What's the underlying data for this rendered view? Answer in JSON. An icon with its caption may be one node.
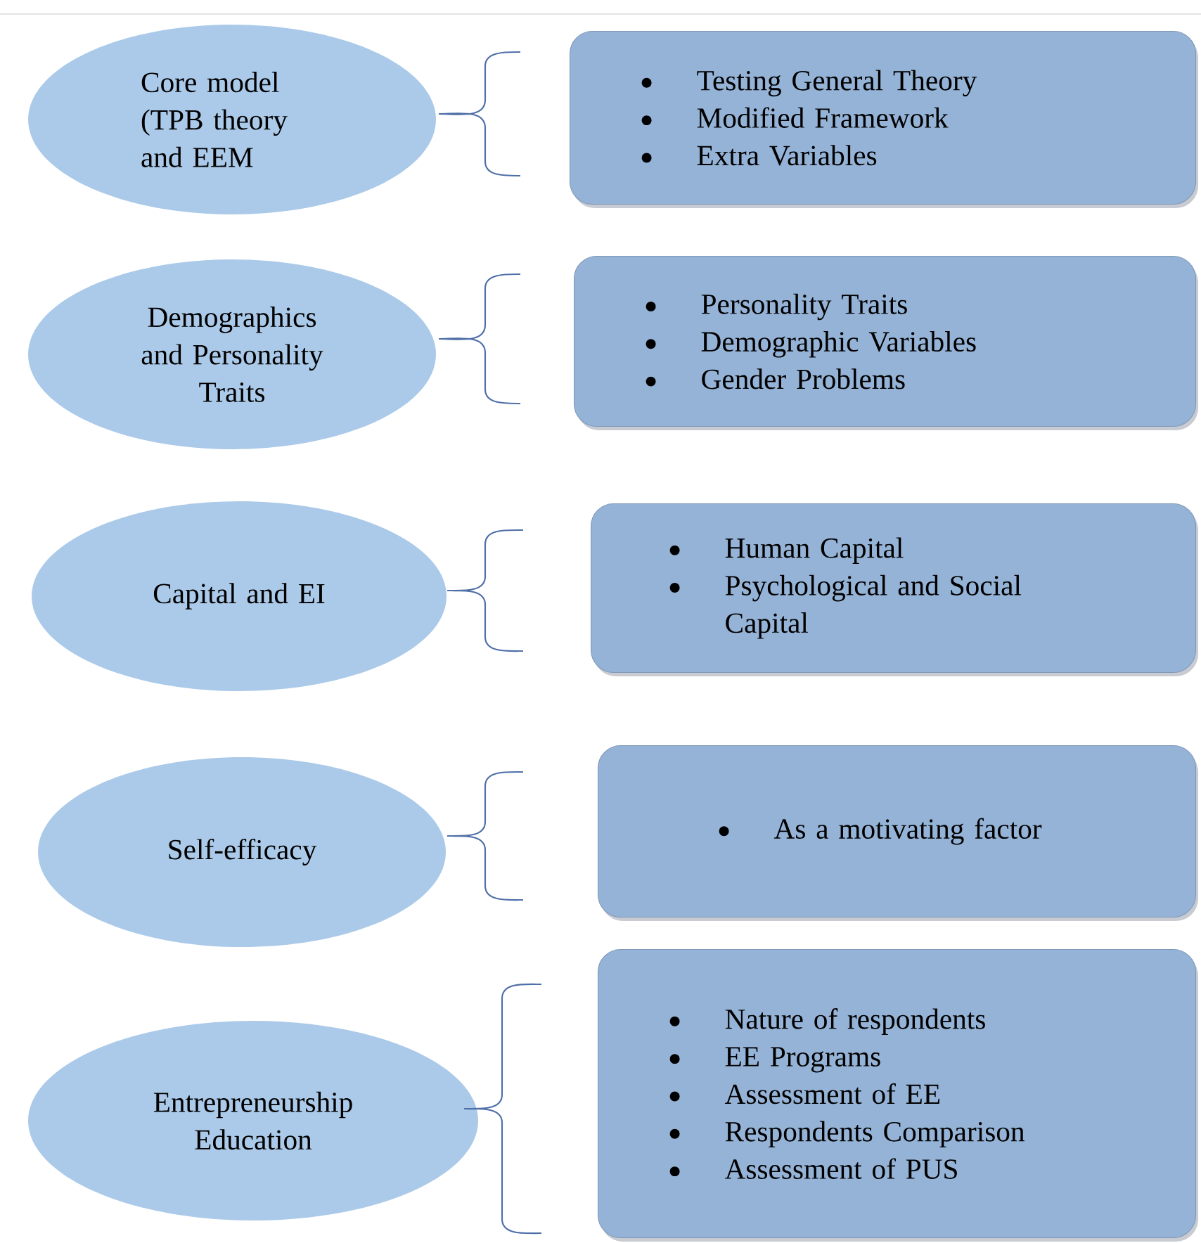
{
  "diagram": {
    "nodes": [
      {
        "text": [
          "Core model (TPB theory and EEM"
        ]
      },
      {
        "text": [
          "Testing General Theory",
          "Modified Framework",
          "Extra Variables"
        ]
      },
      {
        "text": [
          "Demographics and Personality Traits"
        ]
      },
      {
        "text": [
          "Personality Traits",
          "Demographic Variables",
          "Gender Problems"
        ]
      },
      {
        "text": [
          "Capital and EI"
        ]
      },
      {
        "text": [
          "Human Capital",
          "Psychological and Social Capital"
        ]
      },
      {
        "text": [
          "Self-efficacy"
        ]
      },
      {
        "text": [
          "As a motivating factor"
        ]
      },
      {
        "text": [
          "Entrepreneurship Education"
        ]
      },
      {
        "text": [
          "Nature of respondents",
          "EE Programs",
          "Assessment of EE",
          "Respondents Comparison",
          "Assessment of PUS"
        ]
      }
    ]
  }
}
